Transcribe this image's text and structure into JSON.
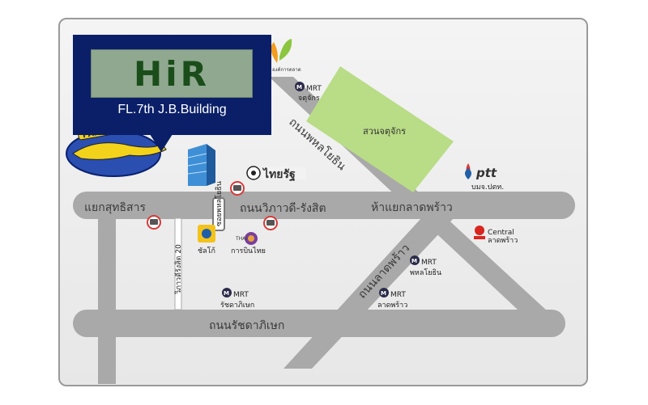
{
  "header": {
    "logo_text": "HiR",
    "title": "FL.7th J.B.Building"
  },
  "labels": {
    "panther": "PANTHER",
    "road_sutthisan": "แยกสุทธิสาร",
    "road_vibhavadi": "ถนนวิภาวดี-รังสิต",
    "road_ladprao_junction": "ห้าแยกลาดพร้าว",
    "road_phahonyothin": "ถนนพหลโยธิน",
    "road_ladprao": "ถนนลาดพร้าว",
    "road_ratchadaphisek": "ถนนรัชดาภิเษก",
    "soi_vibhavadi_20": "วิภาวดีรังสิต 20",
    "side_road": "ซอยพหลโยธิน",
    "park": "สวนจตุจักร",
    "mrt_chatuchak_top": "MRT",
    "mrt_chatuchak_bottom": "จตุจักร",
    "mrt_phahonyothin_top": "MRT",
    "mrt_phahonyothin_bottom": "พหลโยธิน",
    "mrt_ratchada_top": "MRT",
    "mrt_ratchada_bottom": "รัชดาภิเษก",
    "mrt_ladprao_top": "MRT",
    "mrt_ladprao_bottom": "ลาดพร้าว",
    "ptt": "ptt",
    "ptt_sub": "บมจ.ปตท.",
    "central": "Central",
    "central_sub": "ลาดพร้าว",
    "thairath": "ไทยรัฐ",
    "thai_airways": "การบินไทย",
    "thai_airways_small": "THAI",
    "sahasin": "ชัลโก้",
    "chatuchak_org": "องค์การตลาด"
  },
  "colors": {
    "road": "#a9a9a9",
    "park": "#b9dc86",
    "header_bg": "#0a1f68",
    "mrt": "#2b2b4a",
    "ptt_blue": "#1f5fa8",
    "central_red": "#d8261f",
    "bus_red": "#d63a3a"
  },
  "icons": [
    "building-icon",
    "panther-logo-icon",
    "bus-stop-icon",
    "mrt-icon",
    "ptt-logo-icon",
    "central-logo-icon",
    "thairath-logo-icon",
    "thai-airways-logo-icon",
    "leaf-logo-icon"
  ]
}
